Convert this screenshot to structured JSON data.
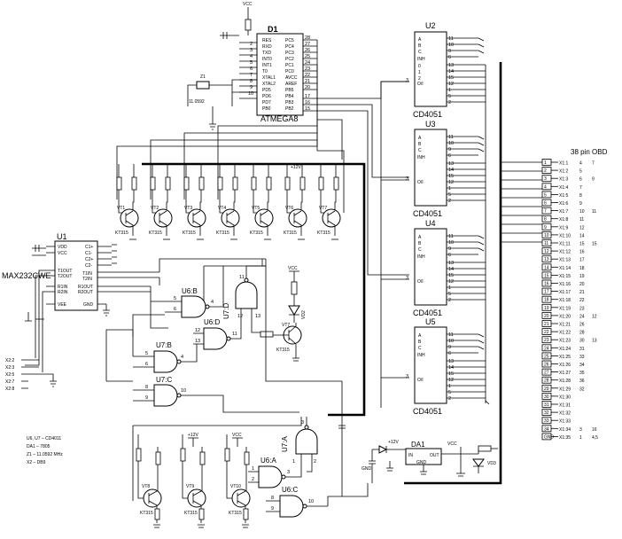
{
  "mcu": {
    "name": "D1",
    "part": "ATMEGA8",
    "supply": "VCC",
    "xtal_ref": "Z1",
    "xtal_freq": "11.0592"
  },
  "mux": [
    {
      "name": "U2",
      "part": "CD4051"
    },
    {
      "name": "U3",
      "part": "CD4051"
    },
    {
      "name": "U4",
      "part": "CD4051"
    },
    {
      "name": "U5",
      "part": "CD4051"
    }
  ],
  "u1": {
    "name": "U1",
    "part": "MAX232CWE",
    "pins_left": [
      "VDD",
      "VCC",
      "T1OUT",
      "T2OUT",
      "R1IN",
      "R2IN",
      "VEE"
    ],
    "pins_right": [
      "C1+",
      "C1-",
      "C2+",
      "C2-",
      "T1IN",
      "T2IN",
      "R1OUT",
      "R2OUT",
      "GND"
    ]
  },
  "transistors": {
    "top": [
      "VT1",
      "VT2",
      "VT3",
      "VT4",
      "VT5",
      "VT6",
      "VT7"
    ],
    "top_part": "KT315",
    "bottom": [
      "VT8",
      "VT9",
      "VT10"
    ],
    "vt7": "VT7"
  },
  "gates": [
    "U6:B",
    "U6:D",
    "U7:D",
    "U7:B",
    "U7:C",
    "U7:A",
    "U6:A",
    "U6:C"
  ],
  "leds": [
    "VD2",
    "VD3"
  ],
  "reg": {
    "name": "DA1",
    "in": "IN",
    "out": "OUT",
    "gnd": "GND",
    "v": "+12V"
  },
  "supplies": {
    "vcc": "VCC",
    "p12": "+12V"
  },
  "db9": [
    "X2:2",
    "X2:3",
    "X2:5",
    "X2:7",
    "X2:8"
  ],
  "notes": [
    "U6, U7 – CD4011",
    "DA1 – 7805",
    "Z1 – 11.0592 MHz",
    "X2 – DB9"
  ],
  "obd": {
    "title": "38 pin OBD",
    "rows": [
      {
        "n": "1",
        "pin": "X1:1",
        "a": "4",
        "b": "7"
      },
      {
        "n": "2",
        "pin": "X1:2",
        "a": "5",
        "b": ""
      },
      {
        "n": "3",
        "pin": "X1:3",
        "a": "6",
        "b": "9"
      },
      {
        "n": "4",
        "pin": "X1:4",
        "a": "7",
        "b": ""
      },
      {
        "n": "5",
        "pin": "X1:5",
        "a": "8",
        "b": ""
      },
      {
        "n": "6",
        "pin": "X1:6",
        "a": "9",
        "b": ""
      },
      {
        "n": "7",
        "pin": "X1:7",
        "a": "10",
        "b": "11"
      },
      {
        "n": "8",
        "pin": "X1:8",
        "a": "11",
        "b": ""
      },
      {
        "n": "9",
        "pin": "X1:9",
        "a": "12",
        "b": ""
      },
      {
        "n": "10",
        "pin": "X1:10",
        "a": "14",
        "b": ""
      },
      {
        "n": "11",
        "pin": "X1:11",
        "a": "15",
        "b": "15"
      },
      {
        "n": "12",
        "pin": "X1:12",
        "a": "16",
        "b": ""
      },
      {
        "n": "13",
        "pin": "X1:13",
        "a": "17",
        "b": ""
      },
      {
        "n": "14",
        "pin": "X1:14",
        "a": "18",
        "b": ""
      },
      {
        "n": "15",
        "pin": "X1:15",
        "a": "19",
        "b": ""
      },
      {
        "n": "16",
        "pin": "X1:16",
        "a": "20",
        "b": ""
      },
      {
        "n": "17",
        "pin": "X1:17",
        "a": "21",
        "b": ""
      },
      {
        "n": "18",
        "pin": "X1:18",
        "a": "22",
        "b": ""
      },
      {
        "n": "19",
        "pin": "X1:19",
        "a": "23",
        "b": ""
      },
      {
        "n": "20",
        "pin": "X1:20",
        "a": "24",
        "b": "12"
      },
      {
        "n": "21",
        "pin": "X1:21",
        "a": "26",
        "b": ""
      },
      {
        "n": "22",
        "pin": "X1:22",
        "a": "28",
        "b": ""
      },
      {
        "n": "23",
        "pin": "X1:23",
        "a": "30",
        "b": "13"
      },
      {
        "n": "24",
        "pin": "X1:24",
        "a": "31",
        "b": ""
      },
      {
        "n": "25",
        "pin": "X1:25",
        "a": "33",
        "b": ""
      },
      {
        "n": "26",
        "pin": "X1:26",
        "a": "34",
        "b": ""
      },
      {
        "n": "27",
        "pin": "X1:27",
        "a": "35",
        "b": ""
      },
      {
        "n": "28",
        "pin": "X1:28",
        "a": "36",
        "b": ""
      },
      {
        "n": "29",
        "pin": "X1:29",
        "a": "32",
        "b": ""
      },
      {
        "n": "30",
        "pin": "X1:30",
        "a": "",
        "b": ""
      },
      {
        "n": "31",
        "pin": "X1:31",
        "a": "",
        "b": ""
      },
      {
        "n": "32",
        "pin": "X1:32",
        "a": "",
        "b": ""
      },
      {
        "n": "33",
        "pin": "X1:33",
        "a": "",
        "b": ""
      },
      {
        "n": "34",
        "pin": "X1:34",
        "a": "3",
        "b": "16"
      },
      {
        "n": "GND",
        "pin": "X1:35",
        "a": "1",
        "b": "4,5"
      }
    ]
  }
}
